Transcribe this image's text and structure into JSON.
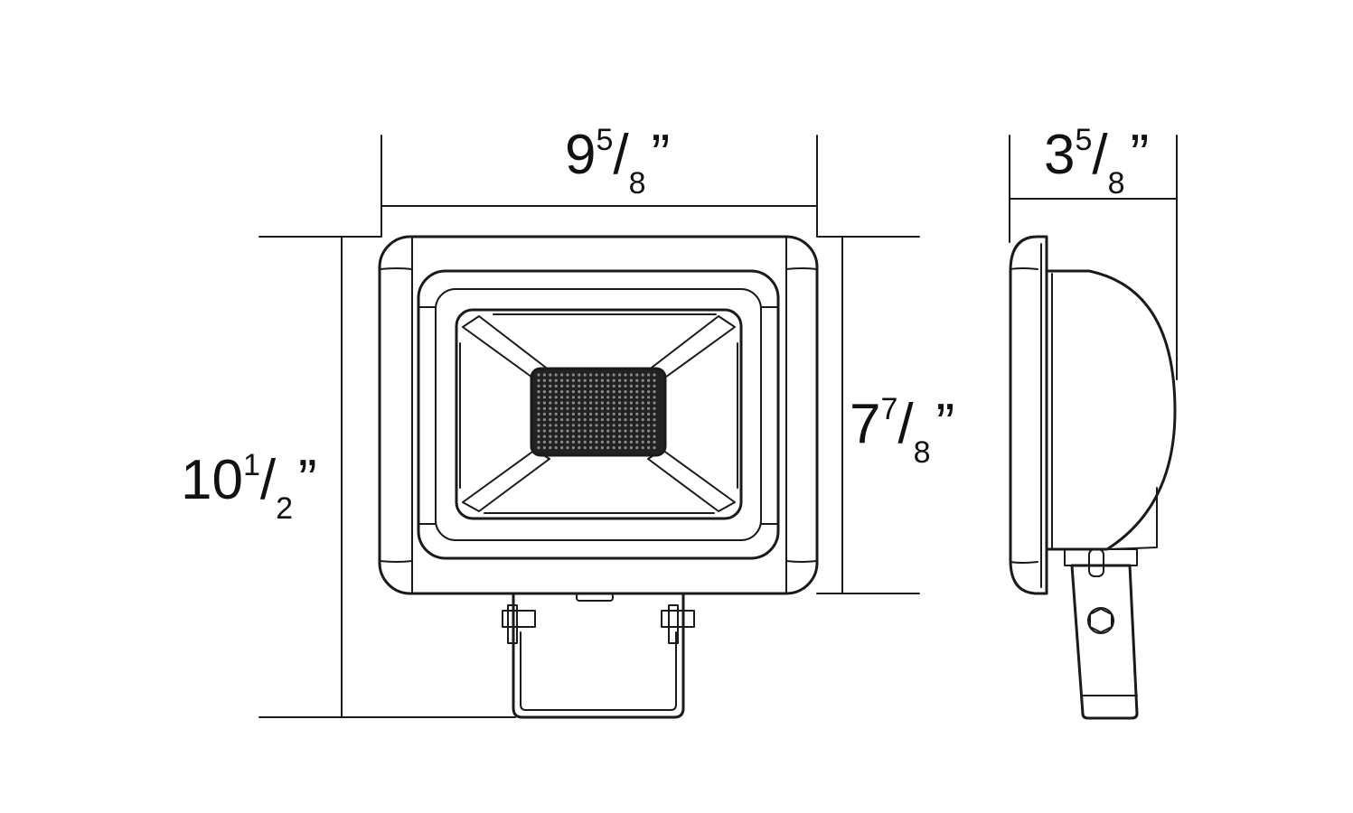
{
  "diagram": {
    "colors": {
      "line": "#1a1a1a",
      "background": "#ffffff",
      "led_chip": "#222222"
    },
    "dimensions": {
      "width": {
        "whole": "9",
        "num": "5",
        "den": "8",
        "mark": "”"
      },
      "depth": {
        "whole": "3",
        "num": "5",
        "den": "8",
        "mark": "”"
      },
      "head_height": {
        "whole": "7",
        "num": "7",
        "den": "8",
        "mark": "”"
      },
      "overall_height": {
        "whole": "10",
        "num": "1",
        "den": "2",
        "mark": "”"
      }
    }
  }
}
